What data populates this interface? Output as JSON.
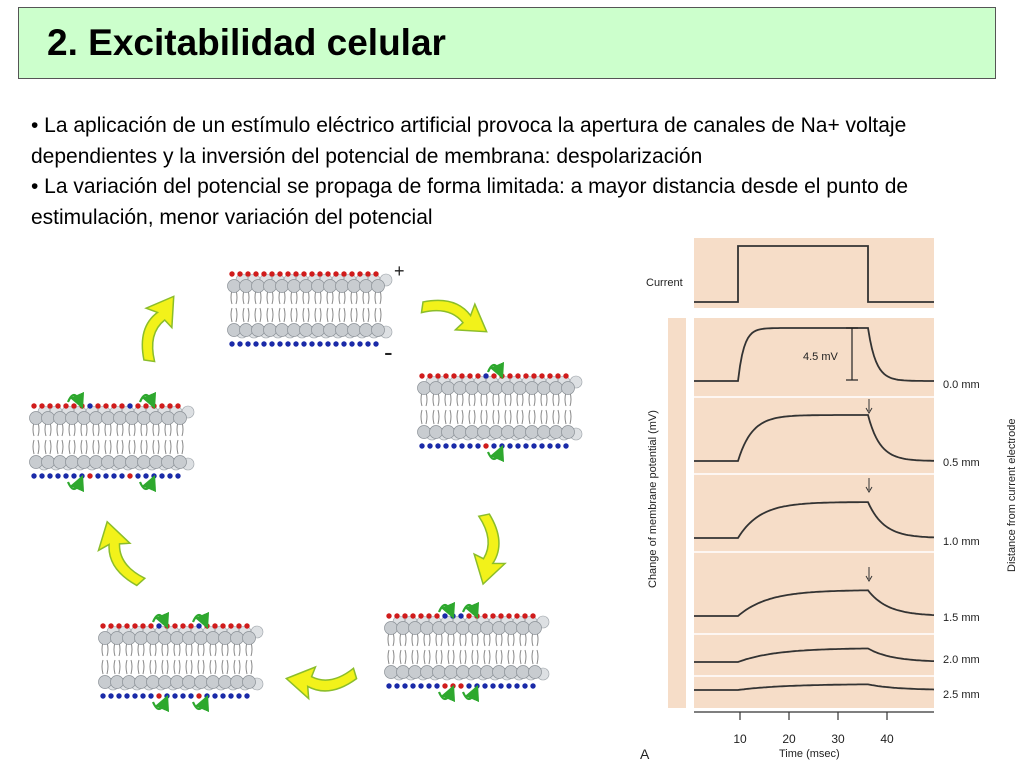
{
  "slide": {
    "title": "2. Excitabilidad celular",
    "bullets": [
      "• La aplicación de un estímulo eléctrico artificial provoca la apertura de canales de Na+ voltaje dependientes y la inversión del potencial de membrana: despolarización",
      "• La variación del potencial se propaga de forma limitada: a mayor distancia desde el punto de estimulación, menor variación del potencial"
    ]
  },
  "diagram": {
    "plus_sign": "+",
    "minus_sign": "-",
    "colors": {
      "positive_ion": "#d01c1c",
      "negative_ion": "#1a2aa8",
      "lipid_head": "#c8ccd0",
      "arrow_fill": "#f2f21a",
      "arrow_stroke": "#8bbd2a",
      "channel_arrow": "#2ea82e"
    }
  },
  "figure": {
    "current_label": "Current",
    "amplitude_label": "4.5 mV",
    "ylabel": "Change of membrane potential (mV)",
    "right_label": "Distance from current electrode",
    "xlabel": "Time (msec)",
    "panel_letter": "A",
    "x_ticks": [
      "10",
      "20",
      "30",
      "40"
    ],
    "distances": [
      "0.0 mm",
      "0.5 mm",
      "1.0 mm",
      "1.5 mm",
      "2.0 mm",
      "2.5 mm"
    ],
    "colors": {
      "panel_bg": "#f6ddc8",
      "trace": "#333333"
    }
  }
}
